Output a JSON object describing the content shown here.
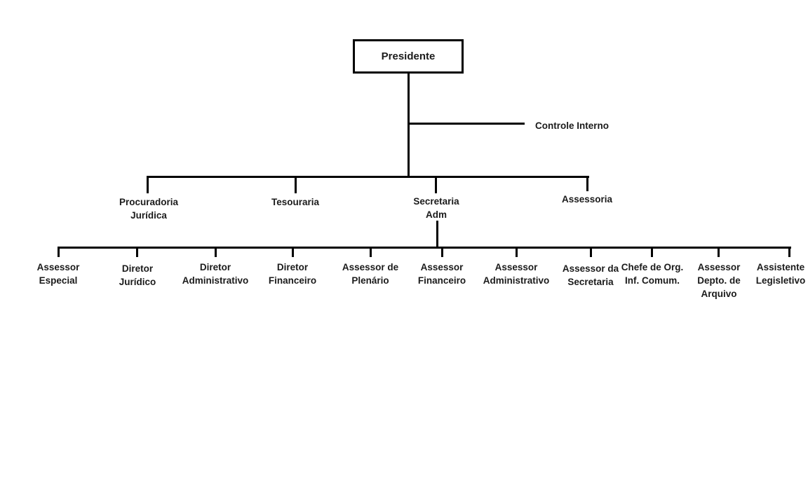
{
  "diagram": {
    "root": {
      "label": "Presidente"
    },
    "staff_node": {
      "label": "Controle Interno"
    },
    "level2": [
      {
        "label": "Procuradoria\nJurídica"
      },
      {
        "label": "Tesouraria"
      },
      {
        "label": "Secretaria\nAdm"
      },
      {
        "label": "Assessoria"
      }
    ],
    "level3": [
      {
        "label": "Assessor\nEspecial"
      },
      {
        "label": "Diretor\nJurídico"
      },
      {
        "label": "Diretor\nAdministrativo"
      },
      {
        "label": "Diretor\nFinanceiro"
      },
      {
        "label": "Assessor de\nPlenário"
      },
      {
        "label": "Assessor\nFinanceiro"
      },
      {
        "label": "Assessor\nAdministrativo"
      },
      {
        "label": "Assessor da\nSecretaria"
      },
      {
        "label": "Chefe de Org.\nInf. Comum."
      },
      {
        "label": "Assessor\nDepto. de\nArquivo"
      },
      {
        "label": "Assistente\nLegisletivo"
      }
    ],
    "colors": {
      "line": "#000000",
      "text": "#1b1b1b",
      "background": "#ffffff"
    }
  }
}
